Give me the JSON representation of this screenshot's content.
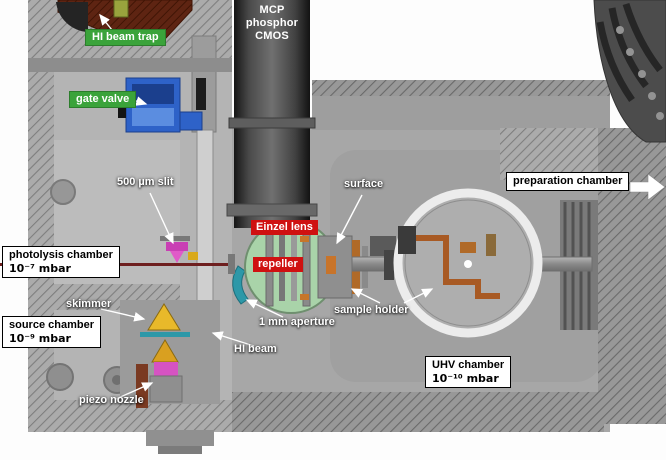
{
  "diagram": {
    "labels": {
      "hi_beam_trap": "HI beam trap",
      "detector_stack": "MCP\nphosphor\nCMOS",
      "gate_valve": "gate valve",
      "slit": "500 µm slit",
      "surface": "surface",
      "preparation_chamber": "preparation chamber",
      "einzel_lens": "Einzel lens",
      "repeller": "repeller",
      "photolysis_chamber_name": "photolysis chamber",
      "photolysis_chamber_pressure": "10⁻⁷ mbar",
      "skimmer": "skimmer",
      "sample_holder": "sample holder",
      "source_chamber_name": "source chamber",
      "source_chamber_pressure": "10⁻⁹ mbar",
      "aperture": "1 mm aperture",
      "hi_beam": "HI beam",
      "uhv_chamber_name": "UHV chamber",
      "uhv_chamber_pressure": "10⁻¹⁰ mbar",
      "piezo_nozzle": "piezo nozzle"
    },
    "colors": {
      "green_label_bg": "#3aa33a",
      "red_label_bg": "#cf1111",
      "callout_box_bg": "#ffffff",
      "callout_box_border": "#000000",
      "annotation_text": "#ffffff",
      "beam_axis": "#6e1f1f",
      "gate_valve_blue": "#2e62c8",
      "skimmer_yellow": "#e8b92a",
      "aperture_teal": "#2d98a8",
      "lens_window_green": "#a9d3a9",
      "manipulator_copper": "#a85a24"
    }
  }
}
